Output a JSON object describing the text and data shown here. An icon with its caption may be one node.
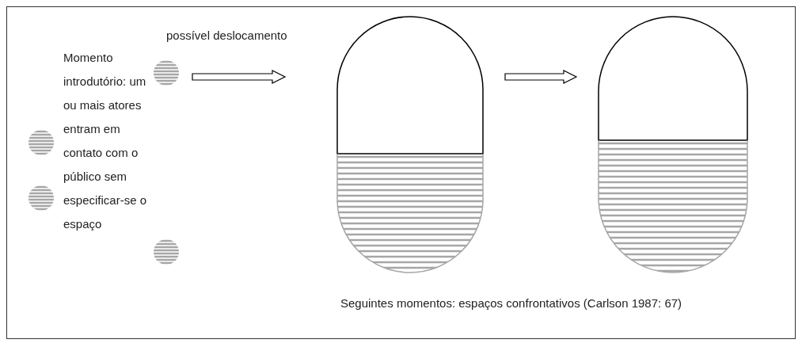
{
  "diagram": {
    "caption": "Seguintes momentos: espaços confrontativos (Carlson 1987: 67)",
    "nodes": [
      {
        "text": [
          "Momento introdutório: um ou mais atores entram em contato com o público sem especificar-se o espaço"
        ]
      },
      {
        "text": [],
        "shape": "capsule"
      },
      {
        "text": [],
        "shape": "capsule"
      }
    ],
    "edges": [
      {
        "from": 0,
        "to": 1,
        "arrow": "to",
        "label": "possível deslocamento"
      },
      {
        "from": 1,
        "to": 2,
        "arrow": "to"
      }
    ]
  }
}
